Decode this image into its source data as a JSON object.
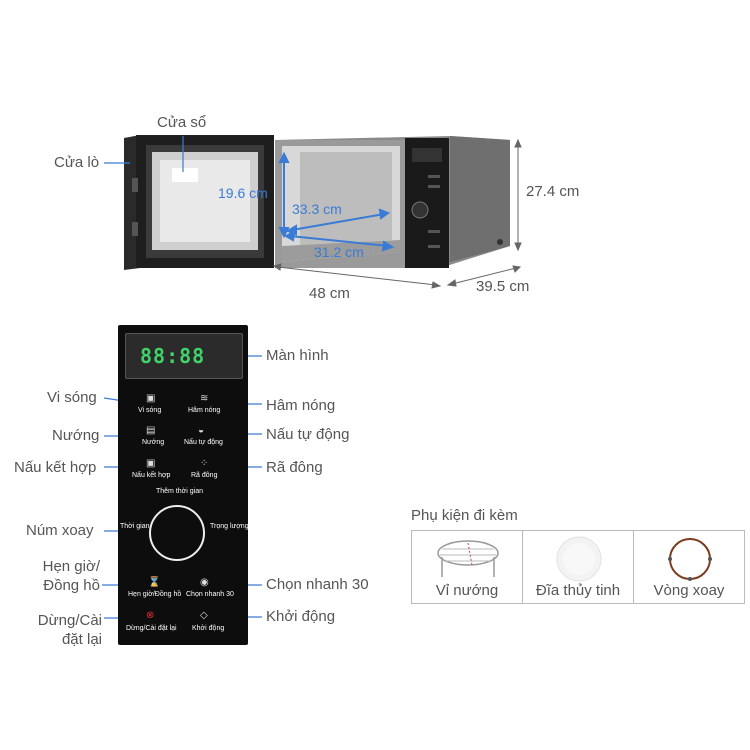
{
  "oven_labels": {
    "door": "Cửa lò",
    "window": "Cửa sổ"
  },
  "dimensions": {
    "inner_height": "19.6 cm",
    "inner_depth": "33.3 cm",
    "inner_width": "31.2 cm",
    "outer_height": "27.4 cm",
    "outer_width": "48 cm",
    "outer_depth": "39.5 cm"
  },
  "control_callouts": {
    "display": "Màn hình",
    "microwave": "Vi sóng",
    "reheat": "Hâm nóng",
    "grill": "Nướng",
    "auto_cook": "Nấu tự động",
    "combo": "Nấu kết hợp",
    "defrost": "Rã đông",
    "dial": "Núm xoay",
    "timer_clock": "Hẹn giờ/\nĐồng hồ",
    "quick30": "Chọn nhanh 30",
    "stop_reset": "Dừng/Cài\nđặt lại",
    "start": "Khởi động"
  },
  "panel": {
    "display_digits": "88:88",
    "microwave": "Vi sóng",
    "reheat": "Hâm nóng",
    "grill": "Nướng",
    "auto_cook": "Nấu tự động",
    "combo": "Nấu kết hợp",
    "defrost": "Rã đông",
    "add_time": "Thêm thời gian",
    "time": "Thời gian",
    "weight": "Trọng lượng",
    "timer_clock": "Hẹn giờ/Đồng hồ",
    "quick30": "Chọn nhanh 30",
    "stop_reset": "Dừng/Cài đặt lại",
    "start": "Khởi động"
  },
  "accessories": {
    "title": "Phụ kiện đi kèm",
    "items": [
      "Vỉ nướng",
      "Đĩa thủy tinh",
      "Vòng xoay"
    ]
  },
  "colors": {
    "dimension_blue": "#3a7bd5",
    "display_green": "#3fd36a",
    "ring_brown": "#7a3b1f"
  }
}
